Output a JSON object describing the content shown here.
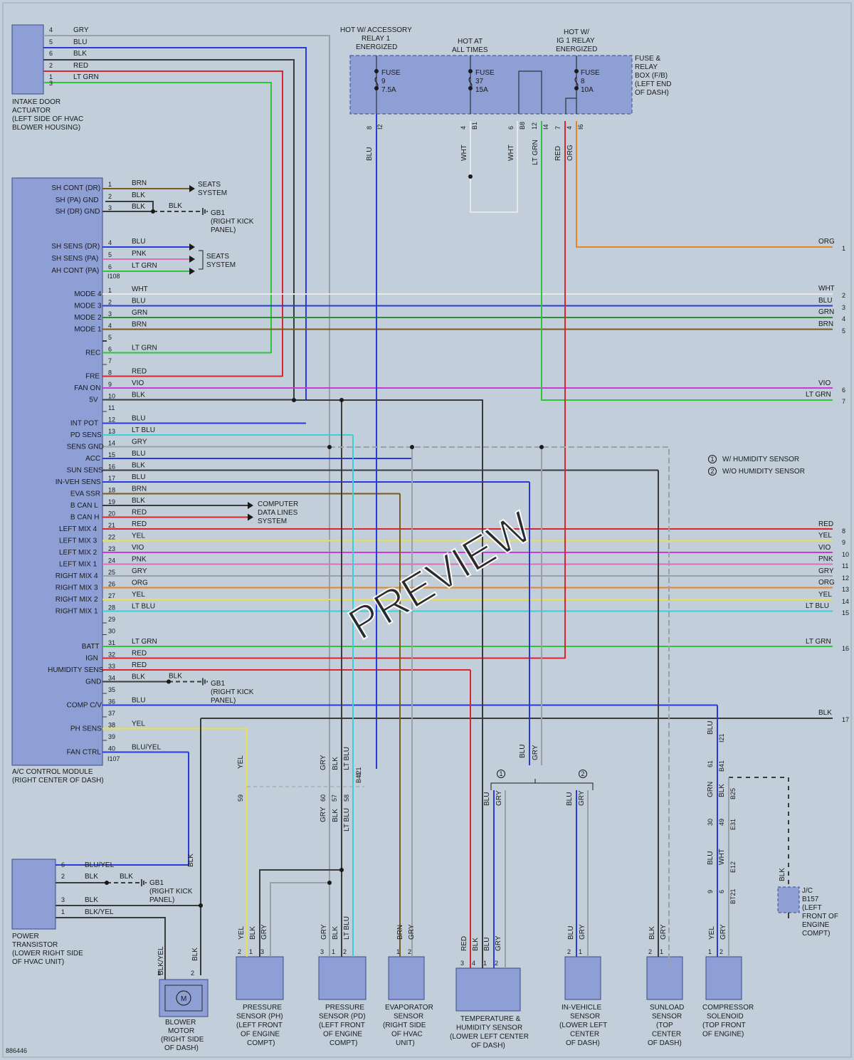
{
  "figure_id": "886446",
  "watermark": "PREVIEW",
  "colors": {
    "background": "#c2cfda",
    "component_fill": "#8e9fd6",
    "GRY": "#9aa0a6",
    "BLU": "#2a3ad6",
    "BLK": "#3b3b3b",
    "RED": "#d8262a",
    "LT GRN": "#2fc43c",
    "GRN": "#2f8a3a",
    "BRN": "#7a5a1e",
    "WHT": "#e8e8e8",
    "PNK": "#d96fb8",
    "VIO": "#c83ad8",
    "YEL": "#e6e24a",
    "ORG": "#e8861e",
    "LT BLU": "#3ccfd6",
    "BLU/YEL": "#2a3ad6",
    "BLK/YEL": "#3b3b3b"
  },
  "intake_actuator": {
    "caption": [
      "INTAKE DOOR",
      "ACTUATOR",
      "(LEFT SIDE OF HVAC",
      "BLOWER HOUSING)"
    ],
    "pins": [
      {
        "pin": "4",
        "color": "GRY"
      },
      {
        "pin": "5",
        "color": "BLU"
      },
      {
        "pin": "6",
        "color": "BLK"
      },
      {
        "pin": "2",
        "color": "RED"
      },
      {
        "pin": "1",
        "color": "LT GRN"
      },
      {
        "pin": "3",
        "color": ""
      }
    ]
  },
  "fuse_box": {
    "hot_labels": [
      [
        "HOT W/ ACCESSORY",
        "RELAY 1",
        "ENERGIZED"
      ],
      [
        "HOT AT",
        "ALL TIMES"
      ],
      [
        "HOT W/",
        "IG 1 RELAY",
        "ENERGIZED"
      ]
    ],
    "caption": [
      "FUSE &",
      "RELAY",
      "BOX (F/B)",
      "(LEFT END",
      "OF DASH)"
    ],
    "fuses": [
      {
        "word": "FUSE",
        "num": "9",
        "amps": "7.5A"
      },
      {
        "word": "FUSE",
        "num": "37",
        "amps": "15A"
      },
      {
        "word": "FUSE",
        "num": "8",
        "amps": "10A"
      }
    ],
    "terminals": [
      "8",
      "I2",
      "4",
      "B1",
      "6",
      "B8",
      "12",
      "I4",
      "7",
      "4",
      "I6"
    ],
    "wires": [
      "BLU",
      "WHT",
      "WHT",
      "LT GRN",
      "RED",
      "ORG"
    ]
  },
  "control_module": {
    "caption": [
      "A/C CONTROL MODULE",
      "(RIGHT CENTER OF DASH)"
    ],
    "connectors": [
      "I108",
      "I107"
    ],
    "group1": [
      {
        "name": "SH CONT (DR)",
        "pin": "1",
        "color": "BRN"
      },
      {
        "name": "SH (PA) GND",
        "pin": "2",
        "color": "BLK"
      },
      {
        "name": "SH (DR) GND",
        "pin": "3",
        "color": "BLK"
      },
      {
        "name": "",
        "pin": "",
        "color": ""
      },
      {
        "name": "SH SENS (DR)",
        "pin": "4",
        "color": "BLU"
      },
      {
        "name": "SH SENS (PA)",
        "pin": "5",
        "color": "PNK"
      },
      {
        "name": "AH CONT (PA)",
        "pin": "6",
        "color": "LT GRN"
      }
    ],
    "group2": [
      {
        "name": "MODE 4",
        "pin": "1",
        "color": "WHT"
      },
      {
        "name": "MODE 3",
        "pin": "2",
        "color": "BLU"
      },
      {
        "name": "MODE 2",
        "pin": "3",
        "color": "GRN"
      },
      {
        "name": "MODE 1",
        "pin": "4",
        "color": "BRN"
      },
      {
        "name": "",
        "pin": "5",
        "color": ""
      },
      {
        "name": "REC",
        "pin": "6",
        "color": "LT GRN"
      },
      {
        "name": "",
        "pin": "7",
        "color": ""
      },
      {
        "name": "FRE",
        "pin": "8",
        "color": "RED"
      },
      {
        "name": "FAN ON",
        "pin": "9",
        "color": "VIO"
      },
      {
        "name": "5V",
        "pin": "10",
        "color": "BLK"
      },
      {
        "name": "",
        "pin": "11",
        "color": ""
      },
      {
        "name": "INT POT",
        "pin": "12",
        "color": "BLU"
      },
      {
        "name": "PD SENS",
        "pin": "13",
        "color": "LT BLU"
      },
      {
        "name": "SENS GND",
        "pin": "14",
        "color": "GRY"
      },
      {
        "name": "ACC",
        "pin": "15",
        "color": "BLU"
      },
      {
        "name": "SUN SENS",
        "pin": "16",
        "color": "BLK"
      },
      {
        "name": "IN-VEH SENS",
        "pin": "17",
        "color": "BLU"
      },
      {
        "name": "EVA SSR",
        "pin": "18",
        "color": "BRN"
      },
      {
        "name": "B CAN L",
        "pin": "19",
        "color": "BLK"
      },
      {
        "name": "B CAN H",
        "pin": "20",
        "color": "RED"
      },
      {
        "name": "LEFT MIX 4",
        "pin": "21",
        "color": "RED"
      },
      {
        "name": "LEFT MIX 3",
        "pin": "22",
        "color": "YEL"
      },
      {
        "name": "LEFT MIX 2",
        "pin": "23",
        "color": "VIO"
      },
      {
        "name": "LEFT MIX 1",
        "pin": "24",
        "color": "PNK"
      },
      {
        "name": "RIGHT MIX 4",
        "pin": "25",
        "color": "GRY"
      },
      {
        "name": "RIGHT MIX 3",
        "pin": "26",
        "color": "ORG"
      },
      {
        "name": "RIGHT MIX 2",
        "pin": "27",
        "color": "YEL"
      },
      {
        "name": "RIGHT MIX 1",
        "pin": "28",
        "color": "LT BLU"
      },
      {
        "name": "",
        "pin": "29",
        "color": ""
      },
      {
        "name": "",
        "pin": "30",
        "color": ""
      },
      {
        "name": "BATT",
        "pin": "31",
        "color": "LT GRN"
      },
      {
        "name": "IGN",
        "pin": "32",
        "color": "RED"
      },
      {
        "name": "HUMIDITY SENS",
        "pin": "33",
        "color": "RED"
      },
      {
        "name": "GND",
        "pin": "34",
        "color": "BLK"
      },
      {
        "name": "",
        "pin": "35",
        "color": ""
      },
      {
        "name": "COMP C/V",
        "pin": "36",
        "color": "BLU"
      },
      {
        "name": "",
        "pin": "37",
        "color": ""
      },
      {
        "name": "PH SENS",
        "pin": "38",
        "color": "YEL"
      },
      {
        "name": "",
        "pin": "39",
        "color": ""
      },
      {
        "name": "FAN CTRL",
        "pin": "40",
        "color": "BLU/YEL"
      }
    ]
  },
  "seats_system": "SEATS\nSYSTEM",
  "computer_data_lines": [
    "COMPUTER",
    "DATA LINES",
    "SYSTEM"
  ],
  "gb1_label": [
    "GB1",
    "(RIGHT KICK",
    "PANEL)"
  ],
  "off_page": [
    {
      "color": "ORG",
      "num": "1"
    },
    {
      "color": "WHT",
      "num": "2"
    },
    {
      "color": "BLU",
      "num": "3"
    },
    {
      "color": "GRN",
      "num": "4"
    },
    {
      "color": "BRN",
      "num": "5"
    },
    {
      "color": "VIO",
      "num": "6"
    },
    {
      "color": "LT GRN",
      "num": "7"
    },
    {
      "color": "RED",
      "num": "8"
    },
    {
      "color": "YEL",
      "num": "9"
    },
    {
      "color": "VIO",
      "num": "10"
    },
    {
      "color": "PNK",
      "num": "11"
    },
    {
      "color": "GRY",
      "num": "12"
    },
    {
      "color": "ORG",
      "num": "13"
    },
    {
      "color": "YEL",
      "num": "14"
    },
    {
      "color": "LT BLU",
      "num": "15"
    },
    {
      "color": "LT GRN",
      "num": "16"
    },
    {
      "color": "BLK",
      "num": "17"
    }
  ],
  "legend": [
    {
      "num": "1",
      "text": "W/ HUMIDITY SENSOR"
    },
    {
      "num": "2",
      "text": "W/O HUMIDITY SENSOR"
    }
  ],
  "power_transistor": {
    "caption": [
      "POWER",
      "TRANSISTOR",
      "(LOWER RIGHT SIDE",
      "OF HVAC UNIT)"
    ],
    "pins": [
      {
        "pin": "6",
        "color": "BLU/YEL"
      },
      {
        "pin": "2",
        "color": "BLK"
      },
      {
        "pin": "3",
        "color": "BLK"
      },
      {
        "pin": "1",
        "color": "BLK/YEL"
      }
    ]
  },
  "blower_motor": {
    "caption": [
      "BLOWER",
      "MOTOR",
      "(RIGHT SIDE",
      "OF DASH)"
    ],
    "symbol": "M",
    "pins": [
      "1",
      "2"
    ],
    "wires": [
      "BLK/YEL",
      "BLK"
    ]
  },
  "inline_connectors": {
    "I21": "I21",
    "B41": "B41",
    "B25": "B25",
    "E31": "E31",
    "E12": "E12",
    "BT21": "BT21",
    "nums": [
      "59",
      "60",
      "57",
      "58",
      "61",
      "30",
      "49",
      "9",
      "6"
    ]
  },
  "sensors": [
    {
      "caption": [
        "PRESSURE",
        "SENSOR (PH)",
        "(LEFT FRONT",
        "OF ENGINE",
        "COMPT)"
      ],
      "pins": [
        "2",
        "1",
        "3"
      ],
      "wires": [
        "YEL",
        "BLK",
        "GRY"
      ]
    },
    {
      "caption": [
        "PRESSURE",
        "SENSOR (PD)",
        "(LEFT FRONT",
        "OF ENGINE",
        "COMPT)"
      ],
      "pins": [
        "3",
        "1",
        "2"
      ],
      "wires": [
        "GRY",
        "BLK",
        "LT BLU"
      ]
    },
    {
      "caption": [
        "EVAPORATOR",
        "SENSOR",
        "(RIGHT SIDE",
        "OF HVAC",
        "UNIT)"
      ],
      "pins": [
        "1",
        "2"
      ],
      "wires": [
        "BRN",
        "GRY"
      ]
    },
    {
      "caption": [
        "TEMPERATURE &",
        "HUMIDITY SENSOR",
        "(LOWER LEFT CENTER",
        "OF DASH)"
      ],
      "pins": [
        "3",
        "4",
        "1",
        "2"
      ],
      "wires": [
        "RED",
        "BLK",
        "BLU",
        "GRY"
      ]
    },
    {
      "caption": [
        "IN-VEHICLE",
        "SENSOR",
        "(LOWER LEFT",
        "CENTER",
        "OF DASH)"
      ],
      "pins": [
        "2",
        "1"
      ],
      "wires": [
        "BLU",
        "GRY"
      ]
    },
    {
      "caption": [
        "SUNLOAD",
        "SENSOR",
        "(TOP",
        "CENTER",
        "OF DASH)"
      ],
      "pins": [
        "2",
        "1"
      ],
      "wires": [
        "BLK",
        "GRY"
      ]
    },
    {
      "caption": [
        "COMPRESSOR",
        "SOLENOID",
        "(TOP FRONT",
        "OF ENGINE)"
      ],
      "pins": [
        "1",
        "2"
      ],
      "wires": [
        "YEL",
        "GRY"
      ]
    }
  ],
  "vertical_wire_labels": [
    "YEL",
    "GRY",
    "BLK",
    "LT BLU",
    "GRY",
    "BLK",
    "LT BLU",
    "BLU",
    "GRY",
    "BLU",
    "GRY",
    "BLU",
    "GRY",
    "BLU",
    "GRN",
    "BLK",
    "BLU",
    "WHT",
    "BLK",
    "BLK"
  ],
  "junction": {
    "caption": [
      "J/C",
      "B157",
      "(LEFT",
      "FRONT OF",
      "ENGINE",
      "COMPT)"
    ],
    "wire": "BLK"
  }
}
